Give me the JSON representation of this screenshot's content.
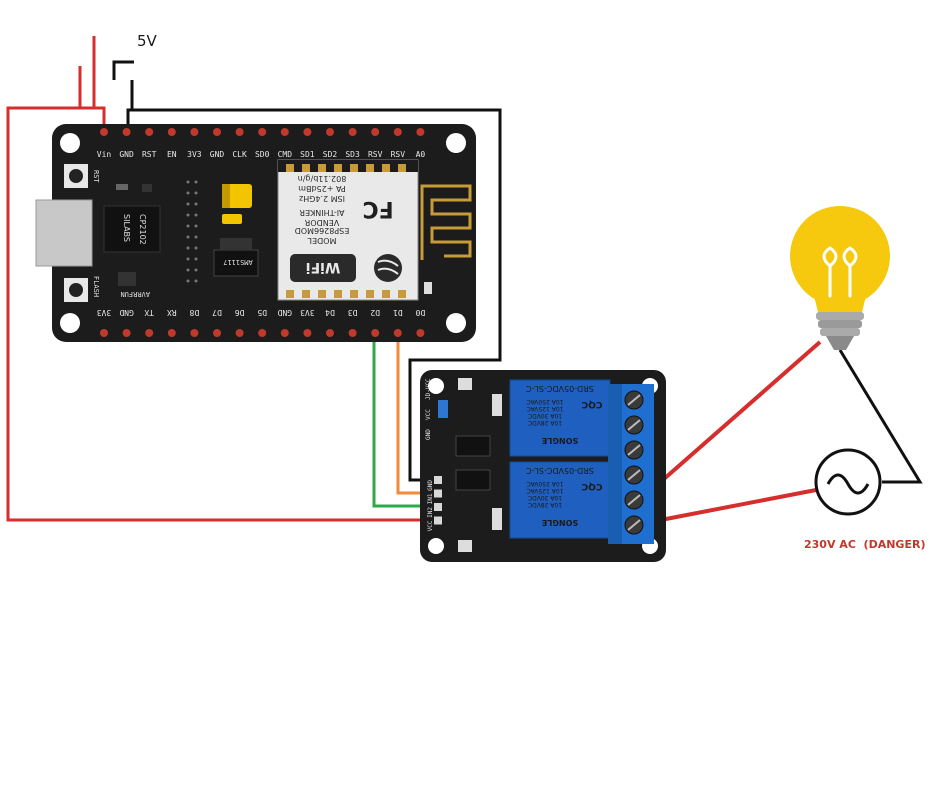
{
  "supply": {
    "label": "5V"
  },
  "ac_source": {
    "label": "230V AC  (DANGER)"
  },
  "nodemcu": {
    "top_pins": [
      "Vin",
      "GND",
      "RST",
      "EN",
      "3V3",
      "GND",
      "CLK",
      "SD0",
      "CMD",
      "SD1",
      "SD2",
      "SD3",
      "RSV",
      "RSV",
      "A0"
    ],
    "bottom_pins": [
      "3V3",
      "GND",
      "TX",
      "RX",
      "D8",
      "D7",
      "D6",
      "D5",
      "GND",
      "3V3",
      "D4",
      "D3",
      "D2",
      "D1",
      "D0"
    ],
    "rst_label": "RST",
    "flash_label": "FLASH",
    "usb_chip": [
      "SILABS",
      "CP2102"
    ],
    "regulator": "AMS1117",
    "vendor": "AVRRFUN",
    "module_lines": [
      "MODEL",
      "ESP8266MOD",
      "VENDOR",
      "AI-THINKER",
      "ISM 2.4GHz",
      "PA +25dBm",
      "802.11b/g/n"
    ],
    "fcc_label": "FC",
    "wifi_label": "WiFi"
  },
  "relay": {
    "input_pins": [
      "GND",
      "IN1",
      "IN2",
      "VCC"
    ],
    "jumper_pins": [
      "JD-VCC",
      "VCC",
      "GND"
    ],
    "relay_model": "SRD-05VDC-SL-C",
    "relay_ratings": [
      "10A 250VAC",
      "10A 125VAC",
      "10A 30VDC",
      "10A 28VDC"
    ],
    "relay_brand": "SONGLE",
    "cqc_label": "CQC"
  },
  "colors": {
    "positive_wire": "#d62d2d",
    "ground_wire": "#111111",
    "d1_wire": "#f08a3c",
    "d2_wire": "#2ea84a",
    "board": "#1c1c1c",
    "relay_body": "#1f5fbf",
    "terminal_block": "#1f6fd0",
    "bulb": "#f6c90e"
  },
  "icons": [
    "bulb-icon",
    "ac-source-icon",
    "wifi-logo-icon",
    "fcc-logo-icon",
    "espressif-logo-icon"
  ]
}
